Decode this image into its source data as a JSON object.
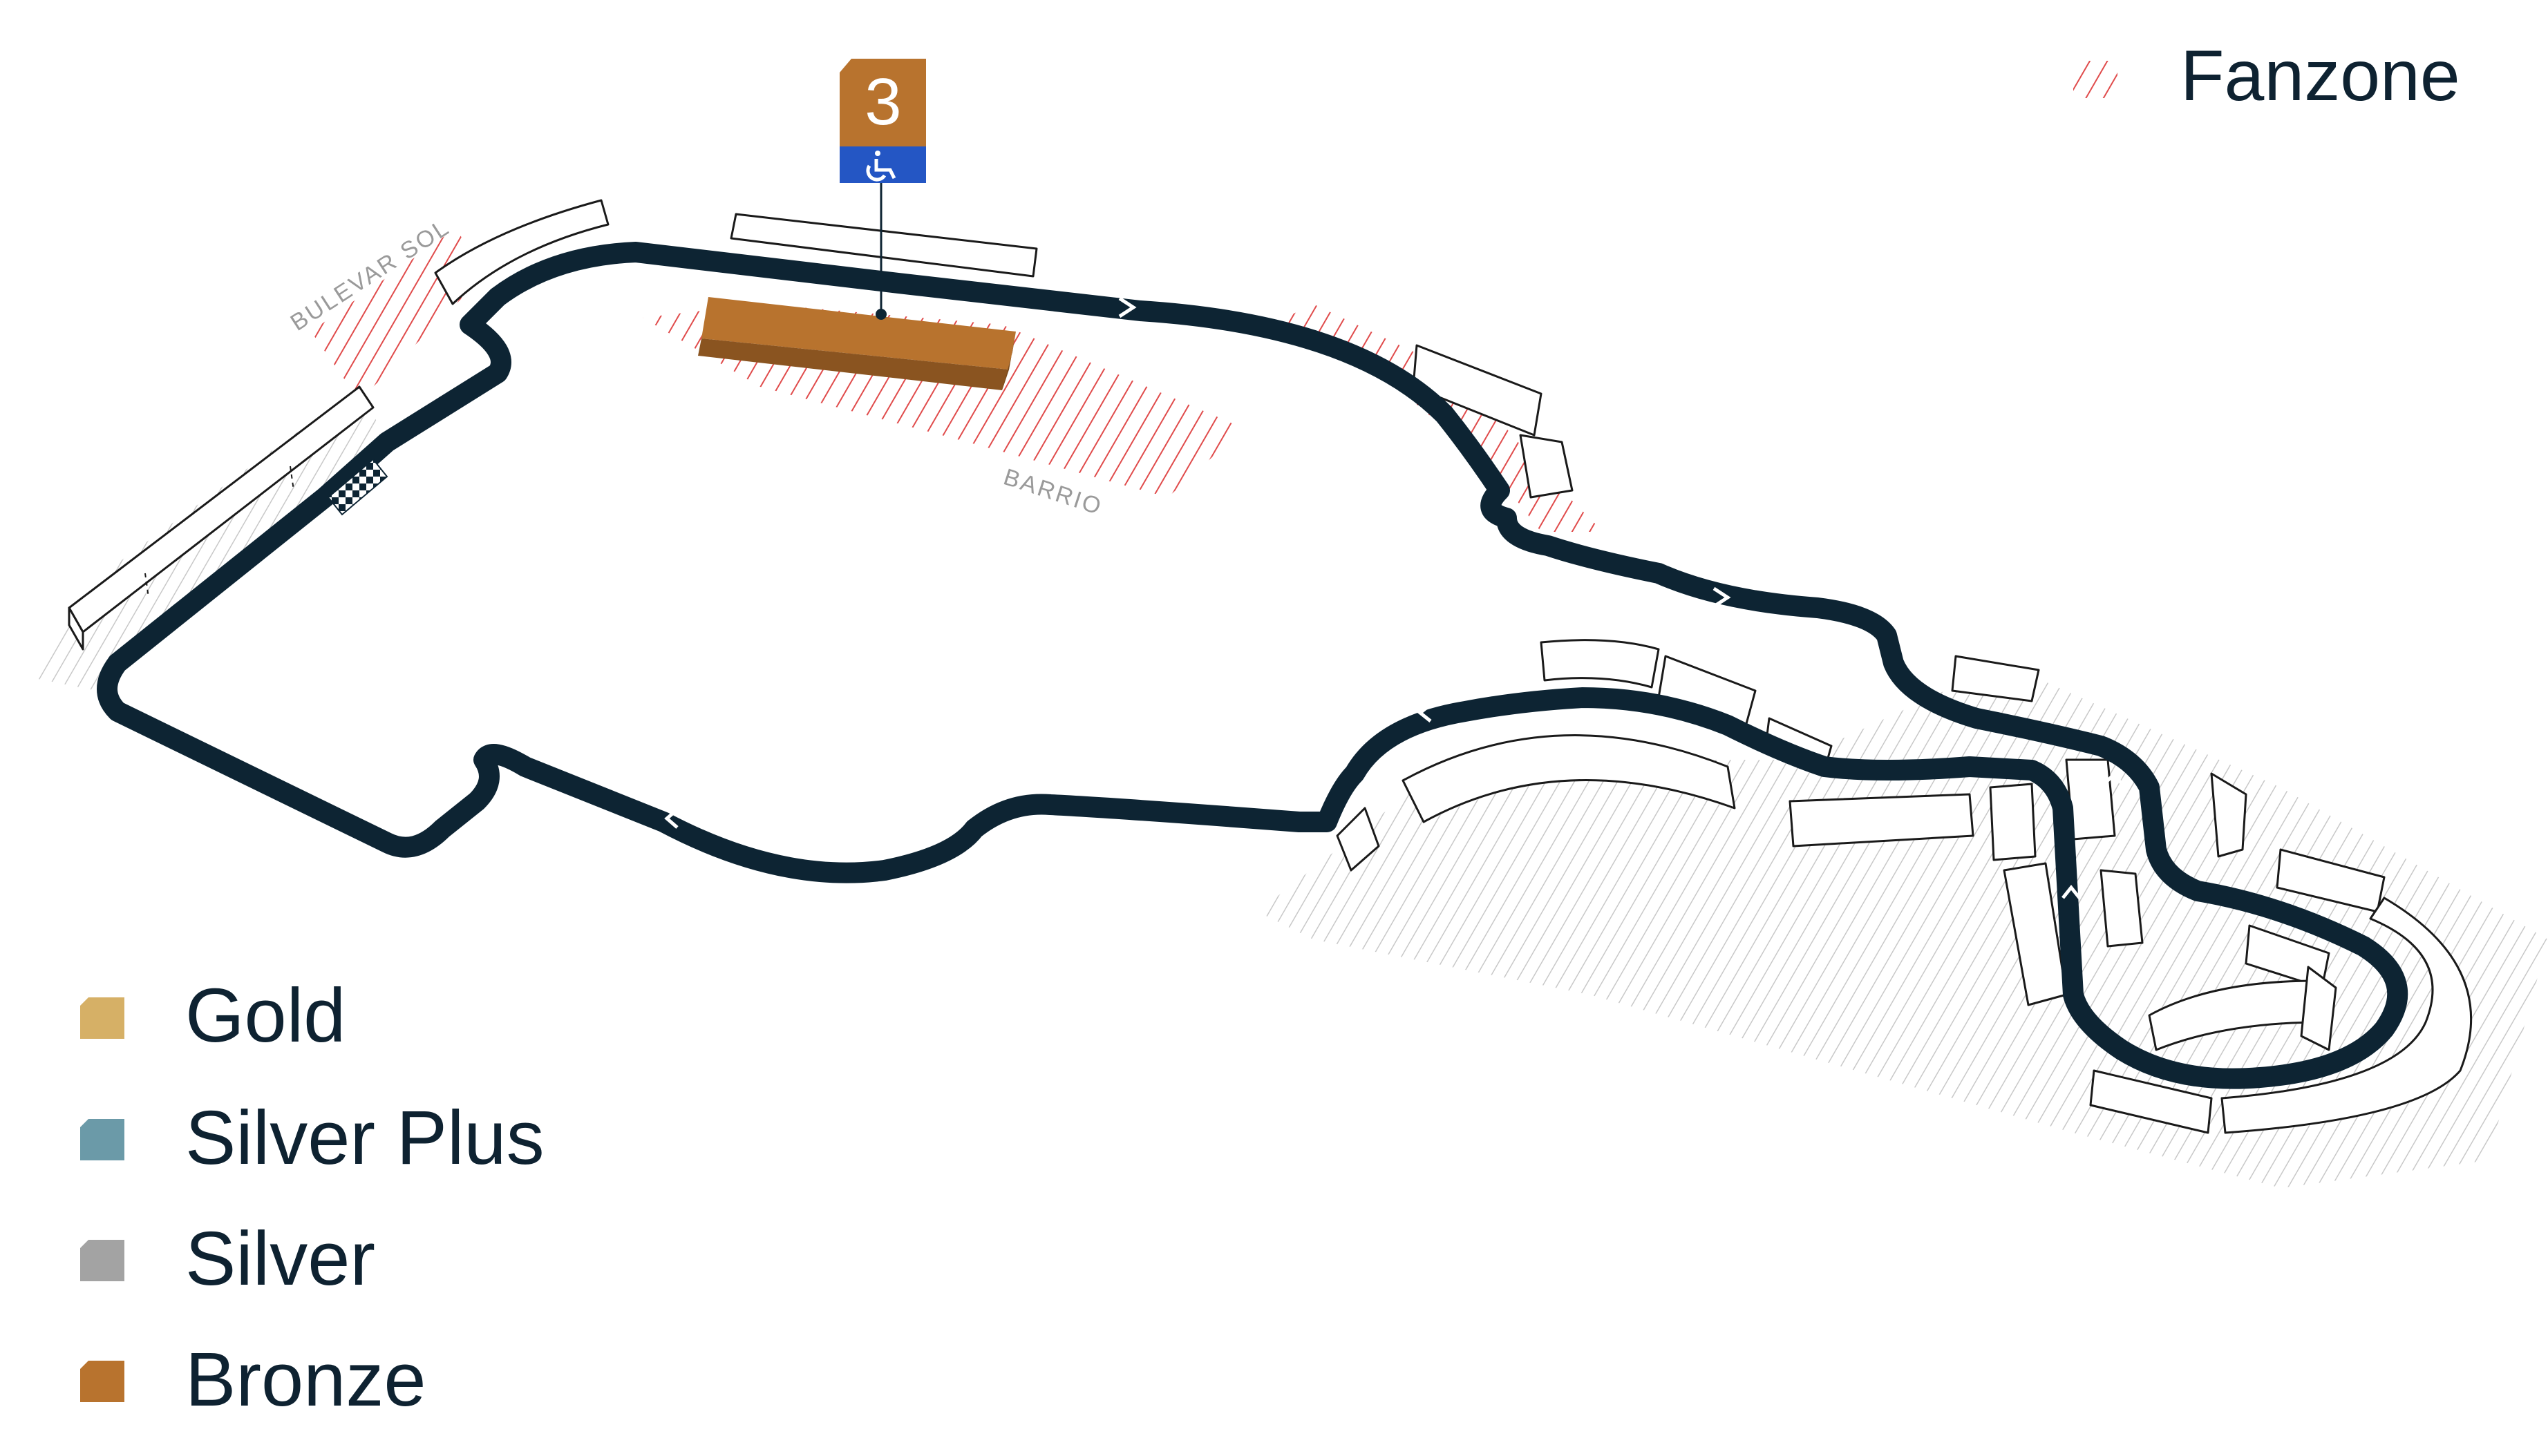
{
  "legend": {
    "items": [
      {
        "label": "Gold",
        "color": "#d6b066"
      },
      {
        "label": "Silver Plus",
        "color": "#6b9aa8"
      },
      {
        "label": "Silver",
        "color": "#a3a3a3"
      },
      {
        "label": "Bronze",
        "color": "#b8732e"
      }
    ],
    "fanzone": {
      "label": "Fanzone",
      "color": "#e04b4b"
    }
  },
  "streets": {
    "bulevar_sol": "BULEVAR SOL",
    "barrio": "BARRIO"
  },
  "grandstand_marker": {
    "number": "3",
    "tier": "Bronze",
    "tier_color": "#b8732e",
    "accessible": true,
    "accessible_icon": "wheelchair-icon",
    "accessible_color": "#2456c4"
  },
  "colors": {
    "track": "#0d2433",
    "spectator_hatch": "#c8c8c8"
  }
}
